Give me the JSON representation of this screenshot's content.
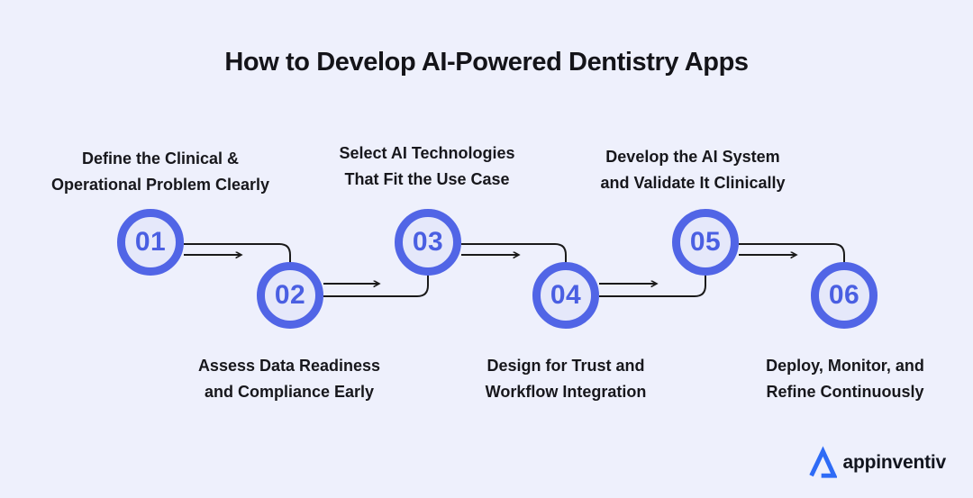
{
  "title": "How to Develop AI-Powered Dentistry Apps",
  "steps": [
    {
      "number": "01",
      "label": [
        "Define the Clinical &",
        "Operational Problem Clearly"
      ]
    },
    {
      "number": "02",
      "label": [
        "Assess Data Readiness",
        "and Compliance Early"
      ]
    },
    {
      "number": "03",
      "label": [
        "Select AI Technologies",
        "That Fit the Use Case"
      ]
    },
    {
      "number": "04",
      "label": [
        "Design for Trust and",
        "Workflow Integration"
      ]
    },
    {
      "number": "05",
      "label": [
        "Develop the AI System",
        "and Validate It Clinically"
      ]
    },
    {
      "number": "06",
      "label": [
        "Deploy, Monitor, and",
        "Refine Continuously"
      ]
    }
  ],
  "logo": {
    "brand": "appinventiv"
  },
  "colors": {
    "background": "#eef0fc",
    "circle_ring": "#5165e6",
    "circle_fill": "#e5e8fa",
    "number_text": "#4a5fe2",
    "label_text": "#17171c",
    "title_text": "#141419",
    "connector": "#1a1a1a",
    "logo_blue": "#2e6bf6",
    "logo_text": "#12151e"
  }
}
